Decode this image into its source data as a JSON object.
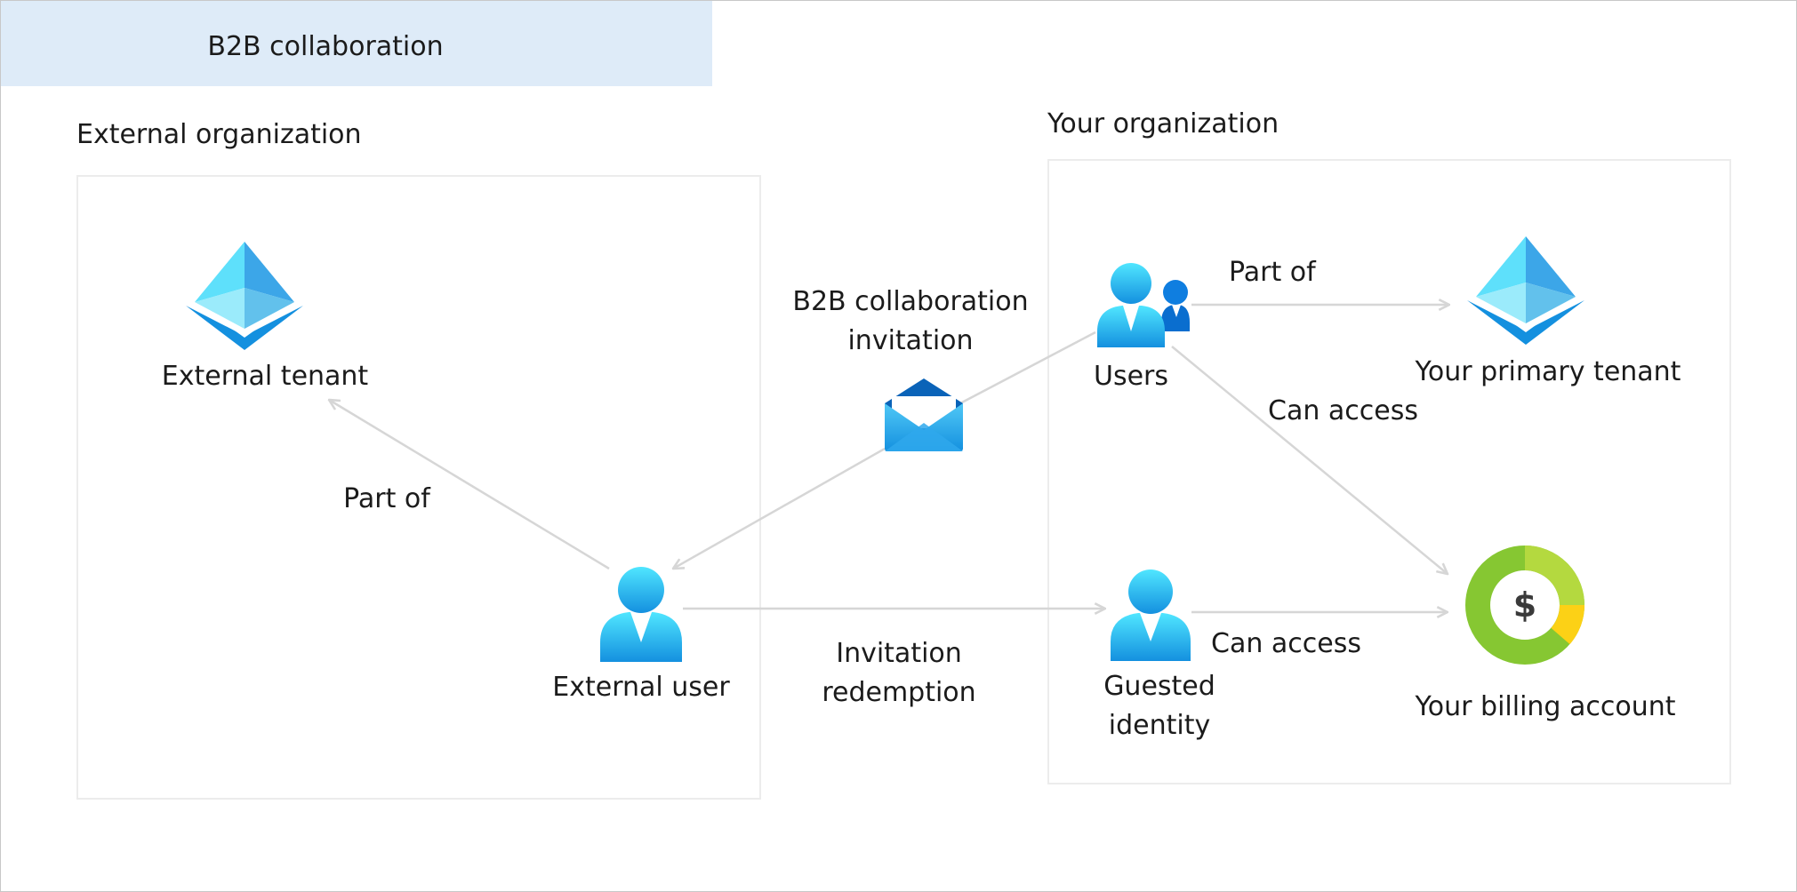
{
  "header": {
    "title": "B2B collaboration"
  },
  "external_org": {
    "title": "External organization",
    "tenant_label": "External tenant",
    "part_of_label": "Part of",
    "user_label": "External user"
  },
  "invitation": {
    "label_line1": "B2B collaboration",
    "label_line2": "invitation"
  },
  "redemption": {
    "label_line1": "Invitation",
    "label_line2": "redemption"
  },
  "your_org": {
    "title": "Your organization",
    "users_label": "Users",
    "users_part_of_label": "Part of",
    "users_can_access_label": "Can access",
    "primary_tenant_label": "Your primary tenant",
    "guest_label_line1": "Guested",
    "guest_label_line2": "identity",
    "guest_can_access_label": "Can access",
    "billing_label": "Your billing account",
    "billing_symbol": "$"
  },
  "colors": {
    "header_bg": "#deebf8",
    "person_top": "#50e6ff",
    "person_bottom": "#1490df",
    "connector": "#d6d6d6",
    "billing_green": "#86c732",
    "billing_lime": "#b4d93f",
    "billing_yellow": "#fcd116"
  }
}
